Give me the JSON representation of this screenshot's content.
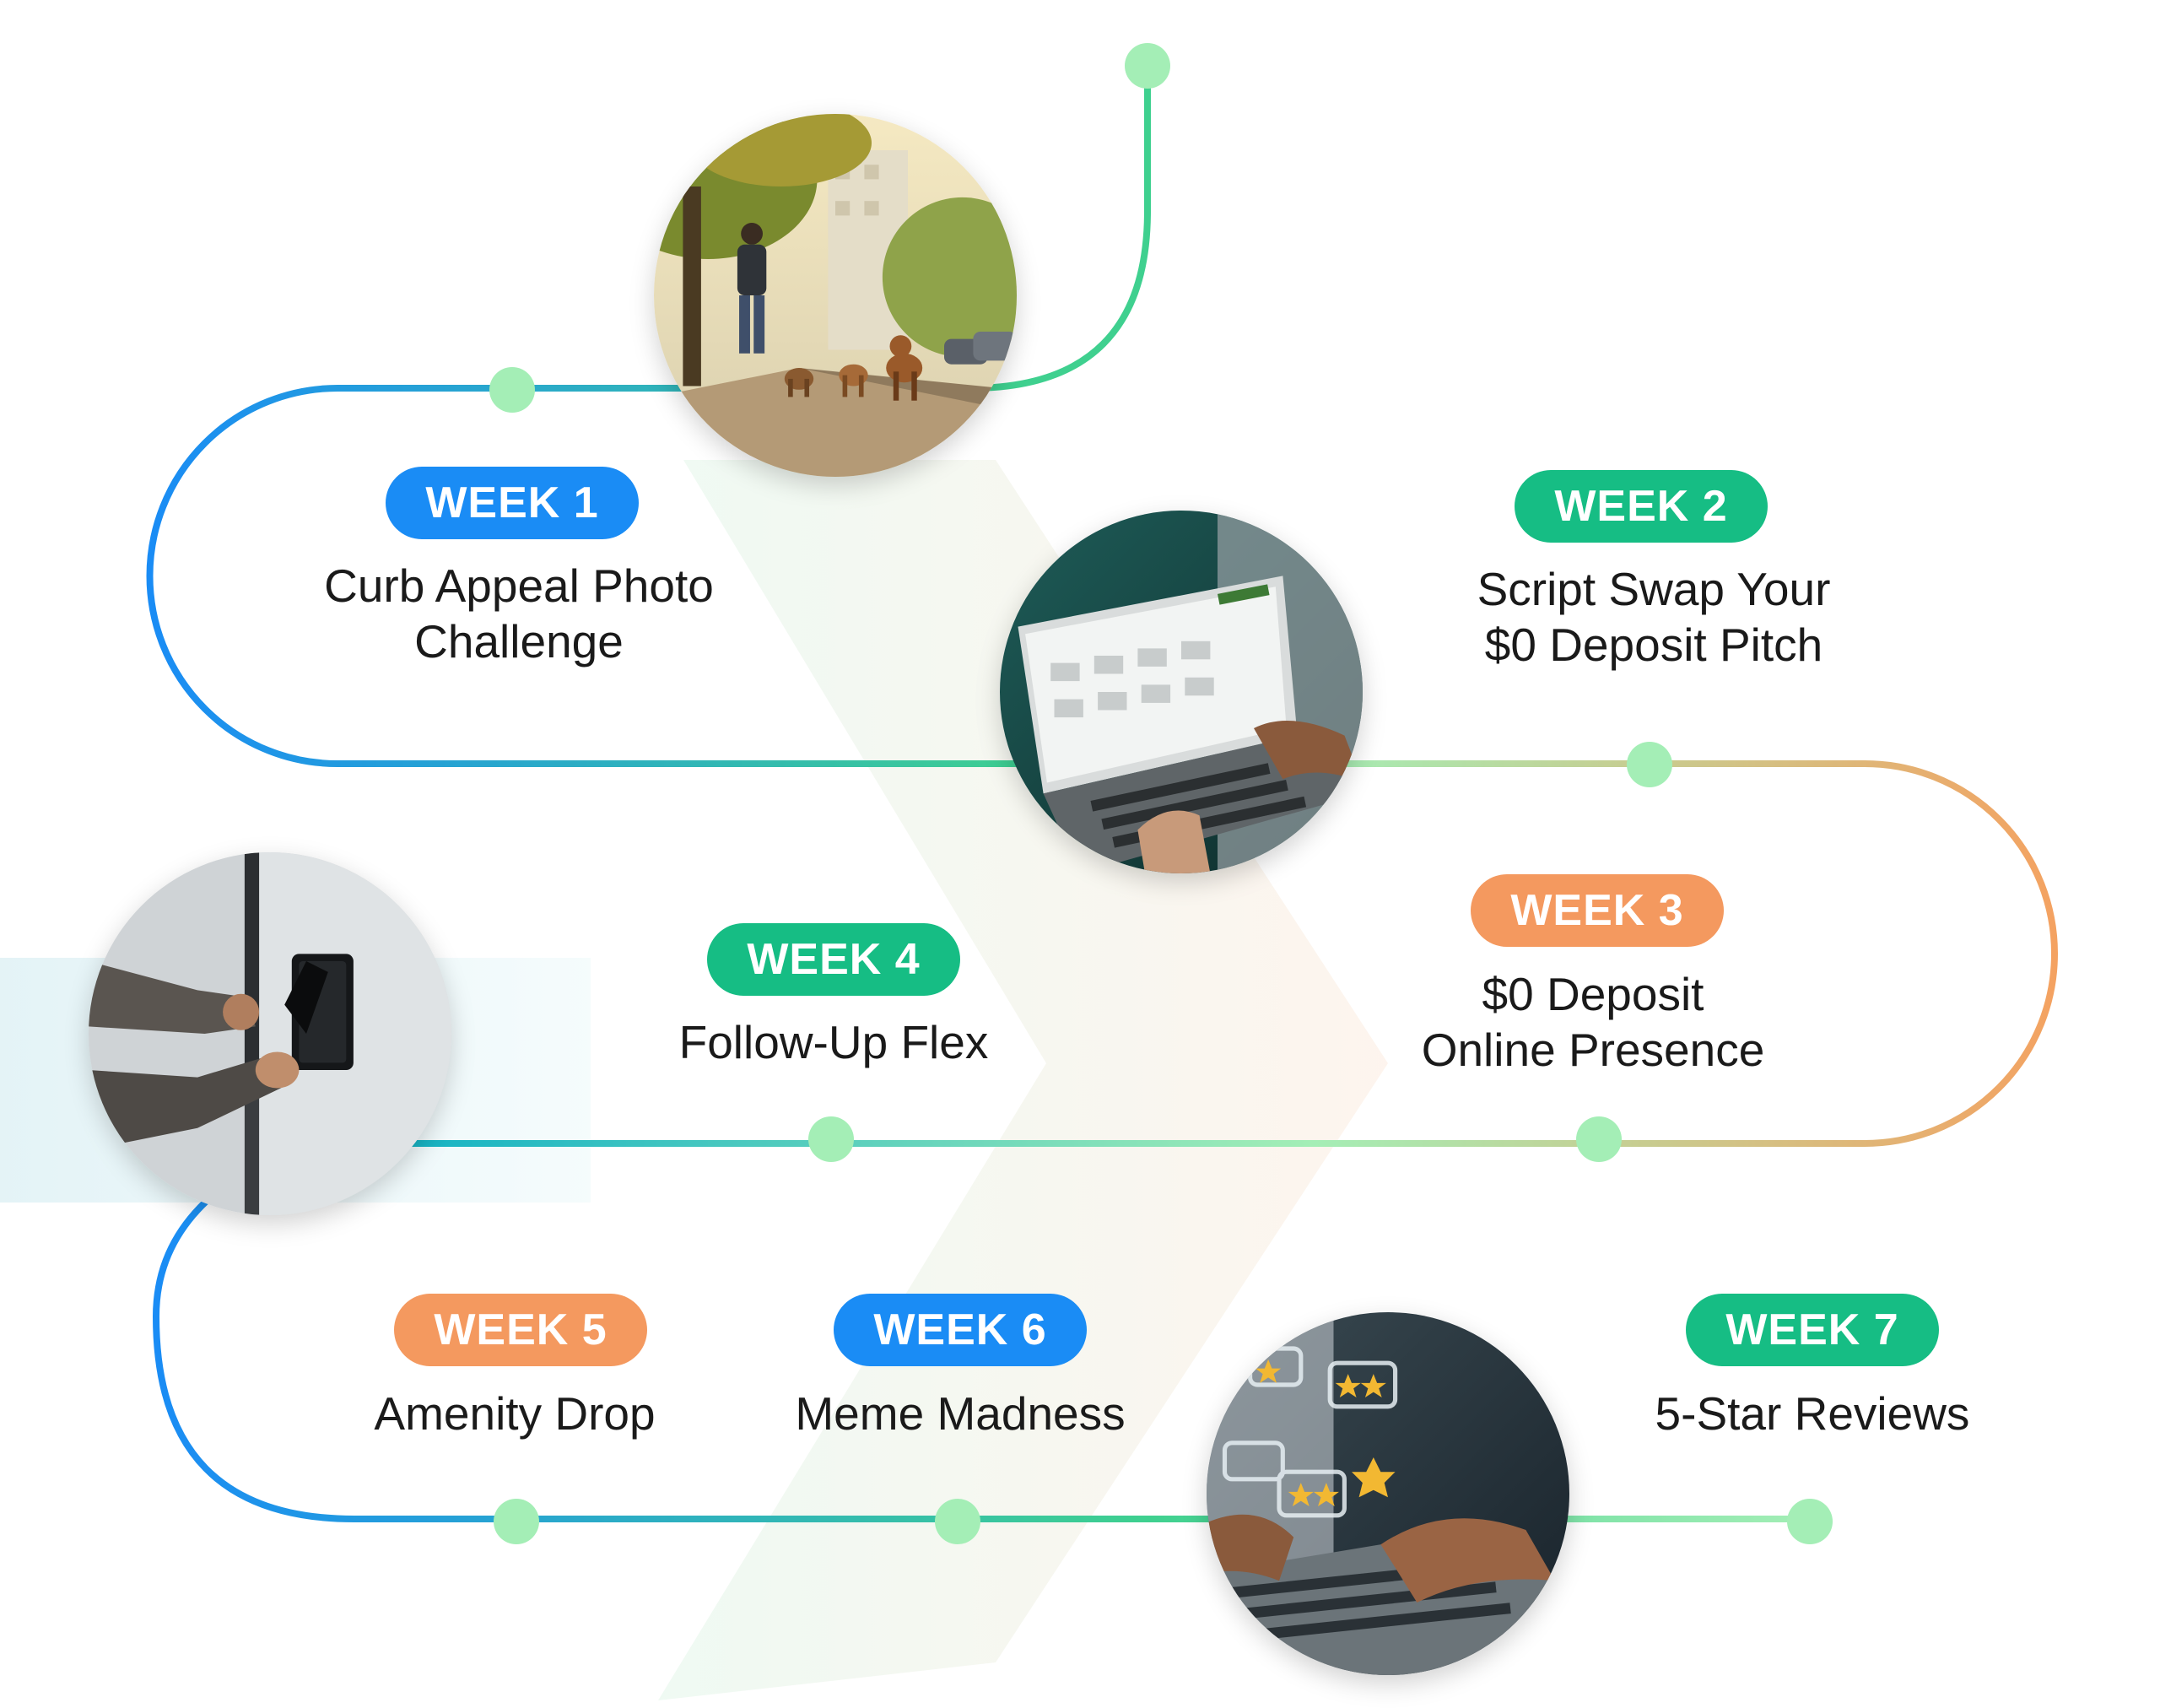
{
  "steps": [
    {
      "week": "WEEK 1",
      "title": "Curb Appeal Photo\nChallenge",
      "color": "#1a8cf5",
      "photo_icon": "person-walking-dogs-icon"
    },
    {
      "week": "WEEK 2",
      "title": "Script Swap Your\n$0 Deposit Pitch",
      "color": "#16bd84",
      "photo_icon": "laptop-typing-icon"
    },
    {
      "week": "WEEK 3",
      "title": "$0 Deposit\nOnline Presence",
      "color": "#f4995f"
    },
    {
      "week": "WEEK 4",
      "title": "Follow-Up Flex",
      "color": "#16bd84",
      "photo_icon": "door-keycard-icon"
    },
    {
      "week": "WEEK 5",
      "title": "Amenity Drop",
      "color": "#f4995f"
    },
    {
      "week": "WEEK 6",
      "title": "Meme Madness",
      "color": "#1a8cf5"
    },
    {
      "week": "WEEK 7",
      "title": "5-Star Reviews",
      "color": "#16bd84",
      "photo_icon": "star-reviews-icon"
    }
  ],
  "colors": {
    "path_blue": "#1a8cf5",
    "path_green": "#3fd08f",
    "path_orange": "#f4a261",
    "node": "#a4eeb6"
  }
}
